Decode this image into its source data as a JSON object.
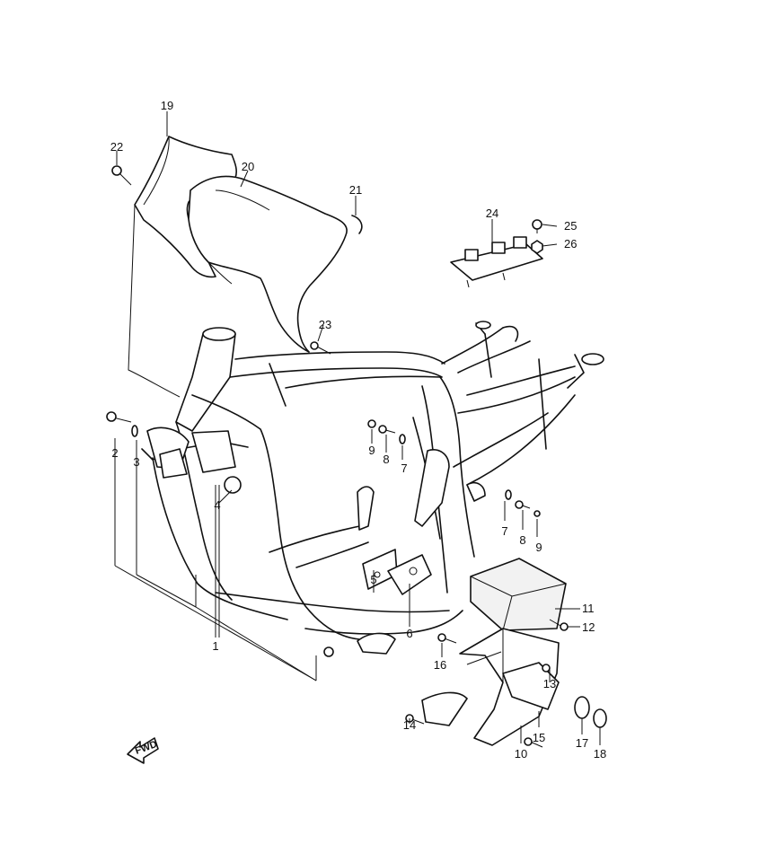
{
  "diagram": {
    "callouts": [
      {
        "id": "c1",
        "text": "1"
      },
      {
        "id": "c2",
        "text": "2"
      },
      {
        "id": "c3",
        "text": "3"
      },
      {
        "id": "c4",
        "text": "4"
      },
      {
        "id": "c5",
        "text": "5"
      },
      {
        "id": "c6",
        "text": "6"
      },
      {
        "id": "c7a",
        "text": "7"
      },
      {
        "id": "c7b",
        "text": "7"
      },
      {
        "id": "c8a",
        "text": "8"
      },
      {
        "id": "c8b",
        "text": "8"
      },
      {
        "id": "c9a",
        "text": "9"
      },
      {
        "id": "c9b",
        "text": "9"
      },
      {
        "id": "c10",
        "text": "10"
      },
      {
        "id": "c11",
        "text": "11"
      },
      {
        "id": "c12",
        "text": "12"
      },
      {
        "id": "c13",
        "text": "13"
      },
      {
        "id": "c14",
        "text": "14"
      },
      {
        "id": "c15",
        "text": "15"
      },
      {
        "id": "c16",
        "text": "16"
      },
      {
        "id": "c17",
        "text": "17"
      },
      {
        "id": "c18",
        "text": "18"
      },
      {
        "id": "c19",
        "text": "19"
      },
      {
        "id": "c20",
        "text": "20"
      },
      {
        "id": "c21",
        "text": "21"
      },
      {
        "id": "c22",
        "text": "22"
      },
      {
        "id": "c23",
        "text": "23"
      },
      {
        "id": "c24",
        "text": "24"
      },
      {
        "id": "c25",
        "text": "25"
      },
      {
        "id": "c26",
        "text": "26"
      }
    ],
    "fwd_label": "FWD"
  }
}
